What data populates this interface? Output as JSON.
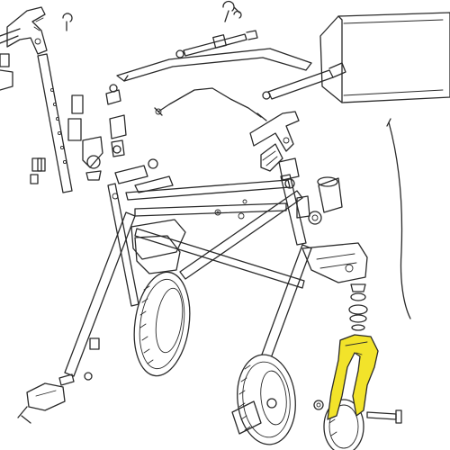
{
  "diagram": {
    "kind": "exploded-parts-diagram",
    "subject": "rollator walker",
    "background_color": "#ffffff",
    "line_color": "#2a2a2a",
    "highlight_color": "#f2e32a",
    "highlighted_part": "front-wheel-fork",
    "parts": [
      "left-handle-post",
      "handle-height-tube",
      "brake-cable",
      "axle-rod",
      "basket-support-bar",
      "seat-panel",
      "right-handle-grip",
      "folding-frame",
      "front-wheel-left",
      "front-wheel-right",
      "front-wheel-fork",
      "storage-bag",
      "cane-holder",
      "bearing-stack",
      "fork-bolt"
    ]
  }
}
